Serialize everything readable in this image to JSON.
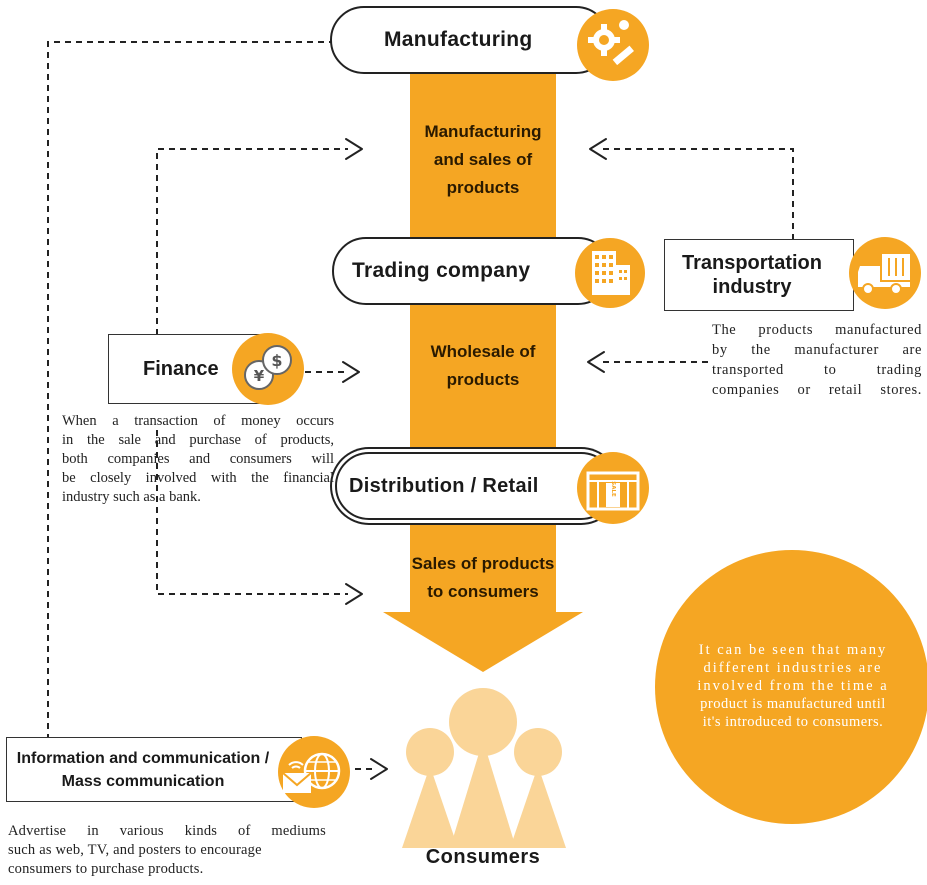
{
  "colors": {
    "accent": "#f5a623",
    "line": "#222222",
    "consumer": "#fad598"
  },
  "manufacturing": {
    "label": "Manufacturing",
    "icon": "gear-wrench-icon"
  },
  "trading": {
    "label": "Trading company",
    "icon": "building-icon"
  },
  "distribution": {
    "label": "Distribution / Retail",
    "icon": "store-icon",
    "icon_text": "SALE"
  },
  "transportation": {
    "label_line1": "Transportation",
    "label_line2": "industry",
    "icon": "truck-icon",
    "desc": [
      "The products manufactured",
      "by the manufacturer are",
      "transported to trading",
      "companies or retail stores."
    ]
  },
  "finance": {
    "label": "Finance",
    "icon": "coins-icon",
    "coin_1": "$",
    "coin_2": "¥",
    "desc": [
      "When a transaction of money occurs",
      "in the sale and purchase of products,",
      "both companies and consumers will",
      "be closely involved with the financial",
      "industry such as a bank."
    ]
  },
  "info": {
    "label_line1": "Information and communication /",
    "label_line2": "Mass communication",
    "icon": "globe-mail-icon",
    "desc": [
      "Advertise in various kinds of mediums",
      "such as web, TV, and posters to encourage",
      "consumers to purchase products."
    ]
  },
  "flow": {
    "stage1": [
      "Manufacturing",
      "and sales of",
      "products"
    ],
    "stage2": [
      "Wholesale of",
      "products"
    ],
    "stage3": [
      "Sales of products",
      "to consumers"
    ]
  },
  "consumers": {
    "label": "Consumers",
    "icon": "people-icon"
  },
  "summary": {
    "lines": [
      "It can be seen that many",
      "different industries are",
      "involved from the time a",
      "product is manufactured until",
      "it's introduced to consumers."
    ]
  }
}
